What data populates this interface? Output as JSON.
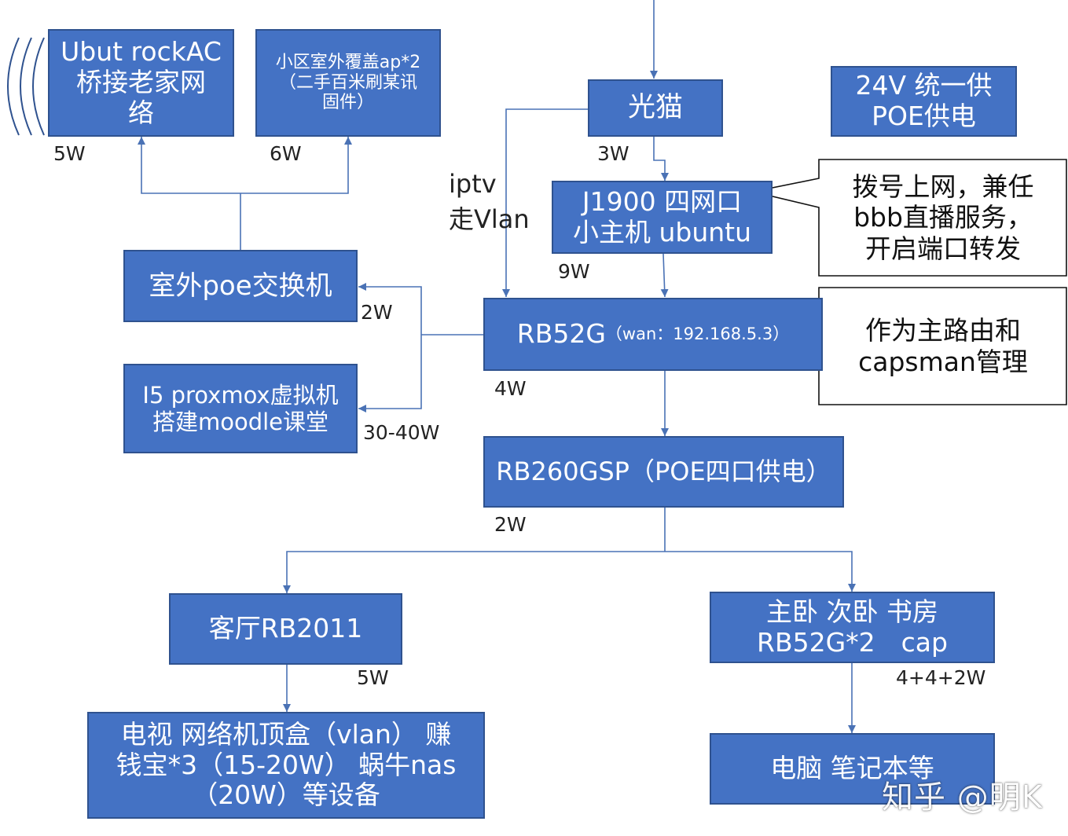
{
  "colors": {
    "box_fill": "#4472c4",
    "box_border": "#2f528f",
    "box_text": "#ffffff",
    "line": "#4a72b5"
  },
  "boxes": {
    "ubut": "Ubut rockAC\n桥接老家网\n络",
    "ap": "小区室外覆盖ap*2\n（二手百米刷某讯\n固件）",
    "modem": "光猫",
    "poe24": "24V 统一供\nPOE供电",
    "j1900": "J1900 四网口\n小主机 ubuntu",
    "outdoor_switch": "室外poe交换机",
    "rb52g_main": "RB52G",
    "rb52g_main_wan": "（wan：192.168.5.3）",
    "proxmox": "I5 proxmox虚拟机\n搭建moodle课堂",
    "rb260": "RB260GSP（POE四口供电）",
    "rb2011": "客厅RB2011",
    "cap": "主卧 次卧 书房\nRB52G*2　cap",
    "devices_lr": "电视 网络机顶盒（vlan） 赚\n钱宝*3（15-20W） 蜗牛nas\n（20W）等设备",
    "pc": "电脑 笔记本等"
  },
  "callouts": {
    "dialup": "拨号上网，兼任\nbbb直播服务，\n开启端口转发",
    "router": "作为主路由和\ncapsman管理"
  },
  "labels": {
    "ubut_power": "5W",
    "ap_power": "6W",
    "modem_power": "3W",
    "j1900_power": "9W",
    "switch_power": "2W",
    "rb52g_power": "4W",
    "proxmox_power": "30-40W",
    "rb260_power": "2W",
    "rb2011_power": "5W",
    "cap_power": "4+4+2W",
    "iptv": "iptv\n走Vlan"
  },
  "watermark": "知乎 @明K"
}
